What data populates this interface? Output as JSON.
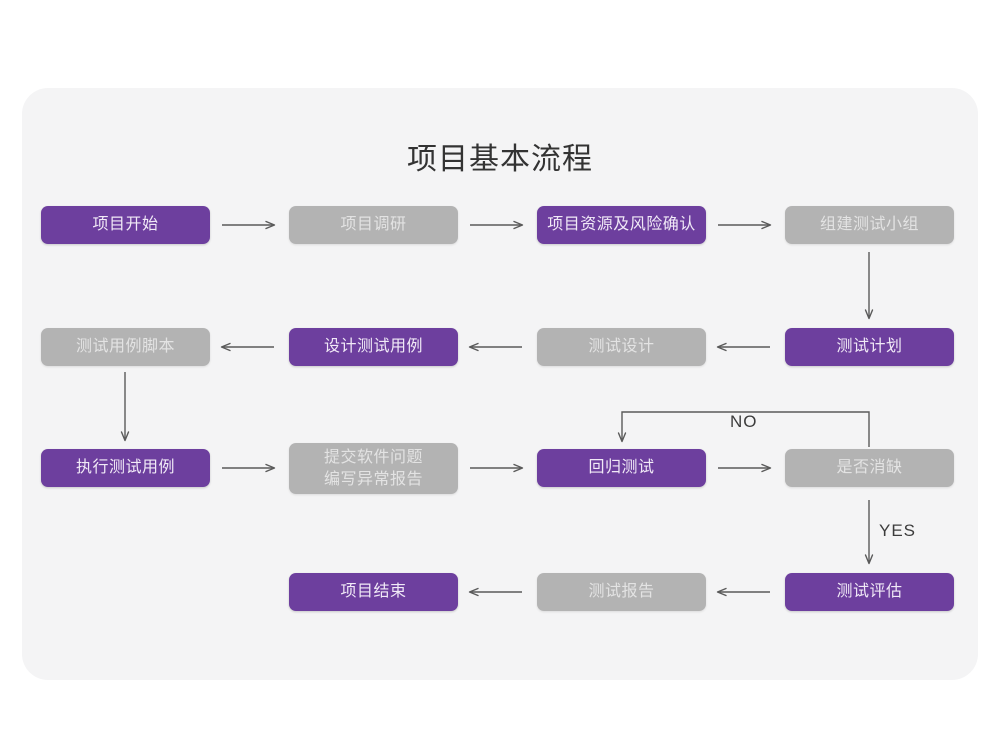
{
  "page": {
    "title": "项目基本流程",
    "background": "#ffffff",
    "panel_background": "#f4f4f5",
    "purple": "#6d3f9e",
    "gray": "#b3b3b3",
    "purple_text": "#f1eaf7",
    "gray_text": "#e3e3e3",
    "arrow_color": "#5a5a5a"
  },
  "chart_data": {
    "type": "diagram",
    "title": "项目基本流程",
    "nodes": [
      {
        "id": "n1",
        "label": "项目开始",
        "style": "purple",
        "row": 1,
        "col": 1
      },
      {
        "id": "n2",
        "label": "项目调研",
        "style": "gray",
        "row": 1,
        "col": 2
      },
      {
        "id": "n3",
        "label": "项目资源及风险确认",
        "style": "purple",
        "row": 1,
        "col": 3
      },
      {
        "id": "n4",
        "label": "组建测试小组",
        "style": "gray",
        "row": 1,
        "col": 4
      },
      {
        "id": "n5",
        "label": "测试用例脚本",
        "style": "gray",
        "row": 2,
        "col": 1
      },
      {
        "id": "n6",
        "label": "设计测试用例",
        "style": "purple",
        "row": 2,
        "col": 2
      },
      {
        "id": "n7",
        "label": "测试设计",
        "style": "gray",
        "row": 2,
        "col": 3
      },
      {
        "id": "n8",
        "label": "测试计划",
        "style": "purple",
        "row": 2,
        "col": 4
      },
      {
        "id": "n9",
        "label": "执行测试用例",
        "style": "purple",
        "row": 3,
        "col": 1
      },
      {
        "id": "n10",
        "label": "提交软件问题\n编写异常报告",
        "style": "gray",
        "row": 3,
        "col": 2
      },
      {
        "id": "n11",
        "label": "回归测试",
        "style": "purple",
        "row": 3,
        "col": 3
      },
      {
        "id": "n12",
        "label": "是否消缺",
        "style": "gray",
        "row": 3,
        "col": 4
      },
      {
        "id": "n13",
        "label": "项目结束",
        "style": "purple",
        "row": 4,
        "col": 2
      },
      {
        "id": "n14",
        "label": "测试报告",
        "style": "gray",
        "row": 4,
        "col": 3
      },
      {
        "id": "n15",
        "label": "测试评估",
        "style": "purple",
        "row": 4,
        "col": 4
      }
    ],
    "edges": [
      {
        "from": "n1",
        "to": "n2",
        "dir": "right",
        "label": ""
      },
      {
        "from": "n2",
        "to": "n3",
        "dir": "right",
        "label": ""
      },
      {
        "from": "n3",
        "to": "n4",
        "dir": "right",
        "label": ""
      },
      {
        "from": "n4",
        "to": "n8",
        "dir": "down",
        "label": ""
      },
      {
        "from": "n8",
        "to": "n7",
        "dir": "left",
        "label": ""
      },
      {
        "from": "n7",
        "to": "n6",
        "dir": "left",
        "label": ""
      },
      {
        "from": "n6",
        "to": "n5",
        "dir": "left",
        "label": ""
      },
      {
        "from": "n5",
        "to": "n9",
        "dir": "down",
        "label": ""
      },
      {
        "from": "n9",
        "to": "n10",
        "dir": "right",
        "label": ""
      },
      {
        "from": "n10",
        "to": "n11",
        "dir": "right",
        "label": ""
      },
      {
        "from": "n11",
        "to": "n12",
        "dir": "right",
        "label": ""
      },
      {
        "from": "n12",
        "to": "n11",
        "dir": "loop-up",
        "label": "NO"
      },
      {
        "from": "n12",
        "to": "n15",
        "dir": "down",
        "label": "YES"
      },
      {
        "from": "n15",
        "to": "n14",
        "dir": "left",
        "label": ""
      },
      {
        "from": "n14",
        "to": "n13",
        "dir": "left",
        "label": ""
      }
    ],
    "edge_labels": [
      "NO",
      "YES"
    ]
  },
  "labels": {
    "no": "NO",
    "yes": "YES"
  }
}
